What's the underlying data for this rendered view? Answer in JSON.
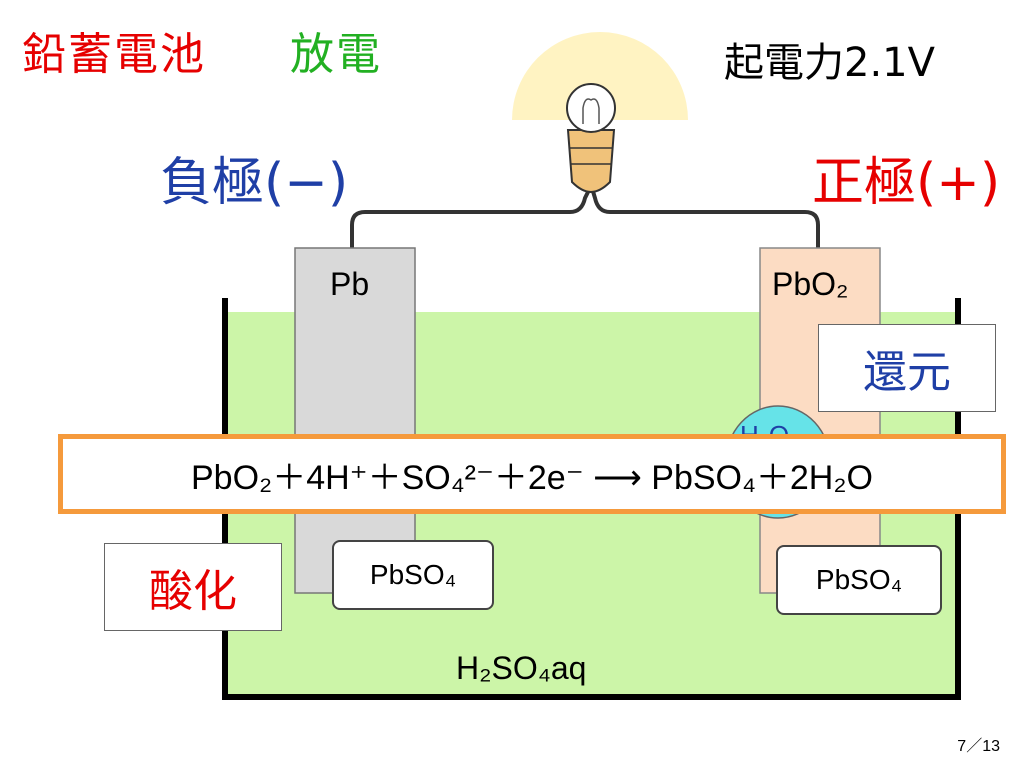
{
  "title": {
    "main": "鉛蓄電池",
    "sub": "放電"
  },
  "emf": "起電力2.1V",
  "negative": {
    "label": "負極(−)",
    "electrode": "Pb",
    "product": "PbSO₄",
    "reaction": "酸化"
  },
  "positive": {
    "label": "正極(+)",
    "electrode": "PbO₂",
    "product": "PbSO₄",
    "reaction": "還元",
    "water": "H₂O"
  },
  "electrolyte": "H₂SO₄aq",
  "equation": "PbO₂＋4H⁺＋SO₄²⁻＋2e⁻ ⟶ PbSO₄＋2H₂O",
  "page": "7／13",
  "colors": {
    "solution": "#ccf5a8",
    "negative_plate": "#d9d9d9",
    "positive_plate": "#fcdcc3",
    "water_bubble": "#66e3e8",
    "equation_border": "#f59a3c"
  }
}
